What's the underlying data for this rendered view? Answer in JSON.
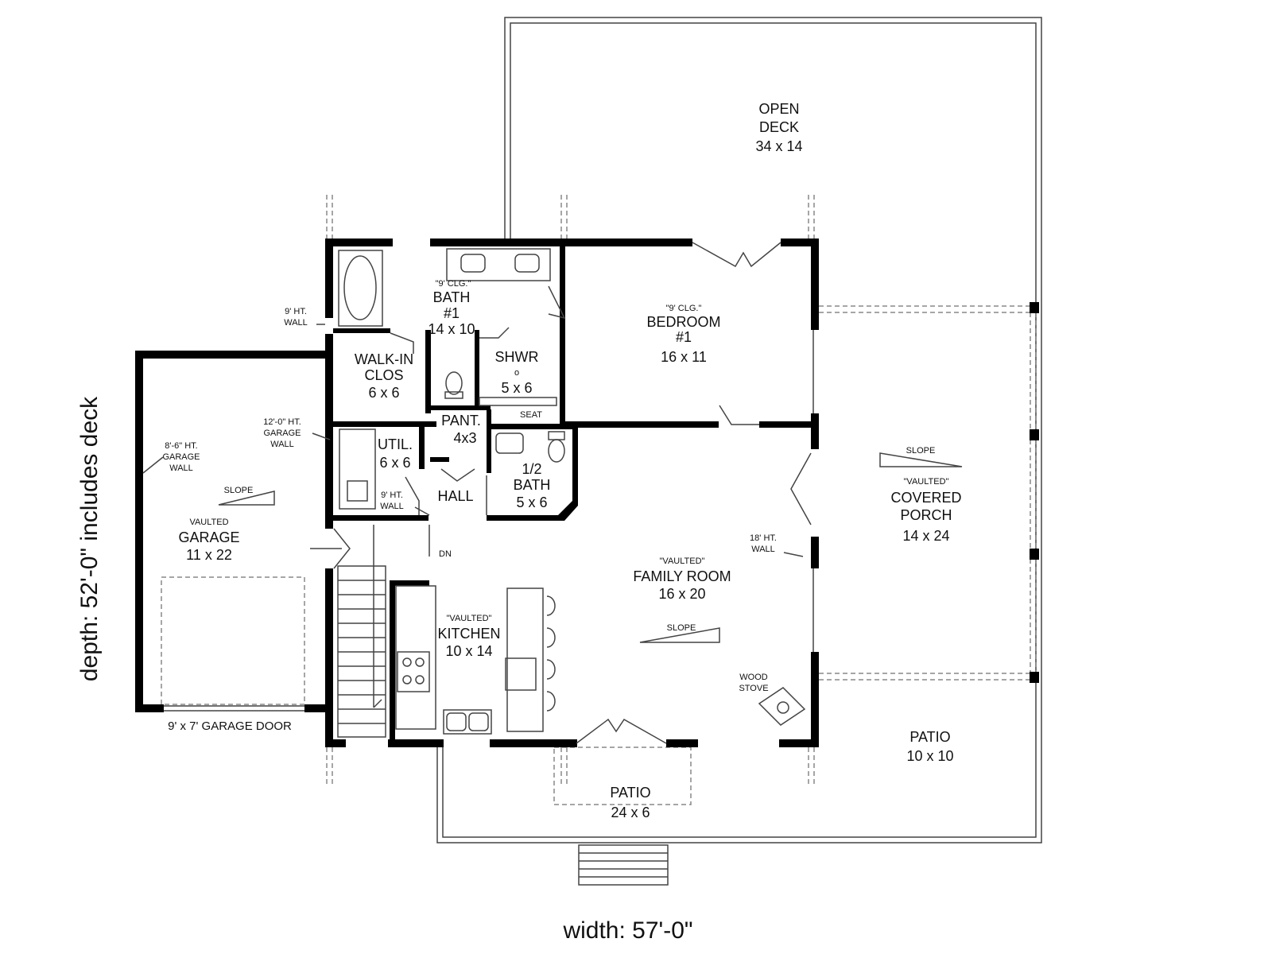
{
  "dimensions": {
    "width": "width: 57'-0\"",
    "depth": "depth: 52'-0\" includes deck"
  },
  "rooms": {
    "open_deck": {
      "name_1": "OPEN",
      "name_2": "DECK",
      "size": "34 x 14"
    },
    "bath1": {
      "note": "\"9' CLG.\"",
      "name": "BATH",
      "num": "#1",
      "size": "14 x 10"
    },
    "bedroom1": {
      "note": "\"9' CLG.\"",
      "name": "BEDROOM",
      "num": "#1",
      "size": "16 x 11"
    },
    "walkin": {
      "name_1": "WALK-IN",
      "name_2": "CLOS",
      "size": "6 x 6"
    },
    "shower": {
      "name": "SHWR",
      "size": "5 x 6",
      "seat": "SEAT"
    },
    "pantry": {
      "name": "PANT.",
      "size": "4x3"
    },
    "util": {
      "name": "UTIL.",
      "size": "6 x 6"
    },
    "hall": {
      "name": "HALL"
    },
    "half_bath": {
      "name_1": "1/2",
      "name_2": "BATH",
      "size": "5 x 6"
    },
    "garage": {
      "note": "VAULTED",
      "name": "GARAGE",
      "size": "11 x 22",
      "door": "9' x 7' GARAGE DOOR"
    },
    "kitchen": {
      "note": "\"VAULTED\"",
      "name": "KITCHEN",
      "size": "10 x 14"
    },
    "family": {
      "note": "\"VAULTED\"",
      "name": "FAMILY ROOM",
      "size": "16 x 20"
    },
    "porch": {
      "note": "\"VAULTED\"",
      "name_1": "COVERED",
      "name_2": "PORCH",
      "size": "14 x 24"
    },
    "patio_front": {
      "name": "PATIO",
      "size": "24 x 6"
    },
    "patio_side": {
      "name": "PATIO",
      "size": "10 x 10"
    }
  },
  "notes": {
    "wall_9_top_1": "9' HT.",
    "wall_9_top_2": "WALL",
    "garage_wall_12_1": "12'-0\" HT.",
    "garage_wall_12_2": "GARAGE",
    "garage_wall_12_3": "WALL",
    "garage_wall_8_1": "8'-6\" HT.",
    "garage_wall_8_2": "GARAGE",
    "garage_wall_8_3": "WALL",
    "wall_9_util_1": "9' HT.",
    "wall_9_util_2": "WALL",
    "wall_18_1": "18' HT.",
    "wall_18_2": "WALL",
    "slope": "SLOPE",
    "dn": "DN",
    "wood_stove_1": "WOOD",
    "wood_stove_2": "STOVE"
  }
}
